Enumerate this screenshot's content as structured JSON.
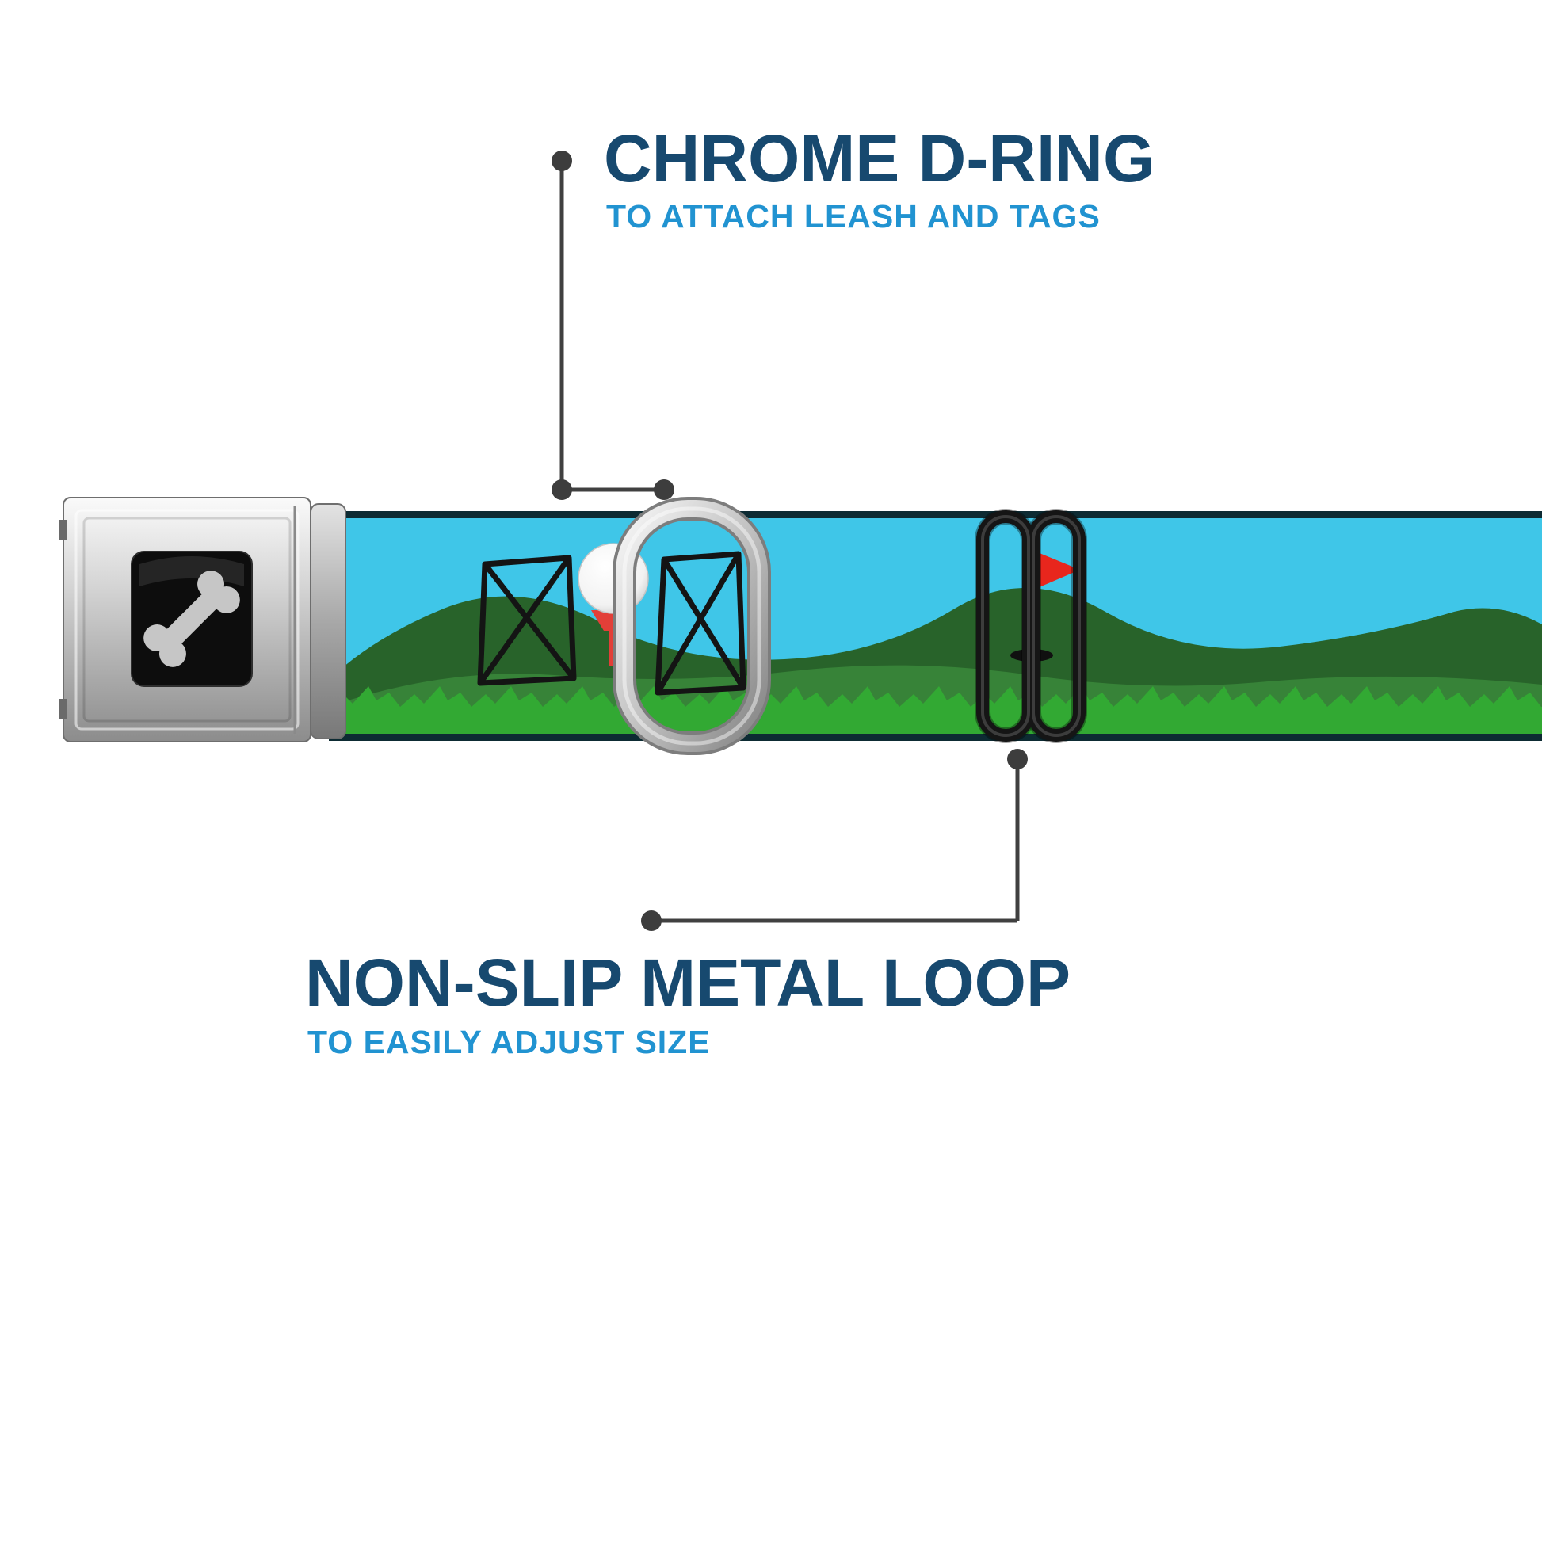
{
  "callouts": {
    "top": {
      "title": "CHROME D-RING",
      "subtitle": "TO ATTACH LEASH AND TAGS"
    },
    "bottom": {
      "title": "NON-SLIP METAL LOOP",
      "subtitle": "TO EASILY ADJUST SIZE"
    }
  },
  "colors": {
    "title_navy": "#17496f",
    "subtitle_blue": "#2193d1",
    "callout_line_gray": "#404040",
    "collar_sky_blue": "#3fc6e8",
    "hill_dark_green": "#28632a",
    "hill_mid_green": "#378338",
    "grass_green": "#32a933",
    "tee_red": "#e23f38",
    "flag_red": "#e8261d",
    "buckle_silver": "#c9c9c9",
    "loop_black": "#151515"
  },
  "icons": {
    "buckle_logo": "bone-icon",
    "pattern": [
      "tee-marker-sketch-icon",
      "golf-ball-icon",
      "golf-tee-icon",
      "golf-flag-icon",
      "golf-hole-icon"
    ]
  }
}
